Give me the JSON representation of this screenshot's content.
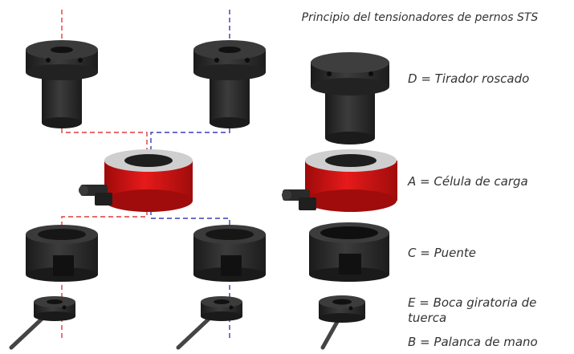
{
  "title": "Principio del tensionadores de pernos STS",
  "labels": {
    "D": "D = Tirador roscado",
    "A": "A = Célula de carga",
    "C": "C = Puente",
    "E": "E = Boca giratoria de tuerca",
    "B": "B = Palanca de mano"
  },
  "colors": {
    "red_dash": "#e03b3b",
    "blue_dash": "#3b3bb8",
    "part_dark": "#2b2b2b",
    "load_cell_red": "#d01010",
    "text": "#333333"
  }
}
